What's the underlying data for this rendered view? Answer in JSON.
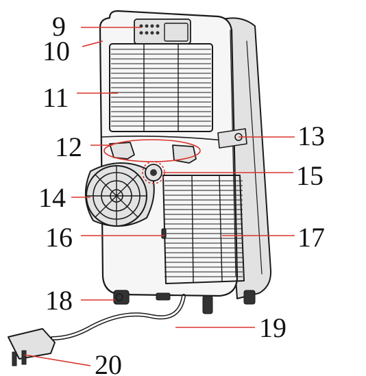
{
  "figure": {
    "callouts": [
      {
        "id": "9",
        "text": "9"
      },
      {
        "id": "10",
        "text": "10"
      },
      {
        "id": "11",
        "text": "11"
      },
      {
        "id": "12",
        "text": "12"
      },
      {
        "id": "13",
        "text": "13"
      },
      {
        "id": "14",
        "text": "14"
      },
      {
        "id": "15",
        "text": "15"
      },
      {
        "id": "16",
        "text": "16"
      },
      {
        "id": "17",
        "text": "17"
      },
      {
        "id": "18",
        "text": "18"
      },
      {
        "id": "19",
        "text": "19"
      },
      {
        "id": "20",
        "text": "20"
      }
    ]
  },
  "colors": {
    "leader": "#d9332b",
    "ink": "#1a1a1a",
    "label": "#111111"
  }
}
